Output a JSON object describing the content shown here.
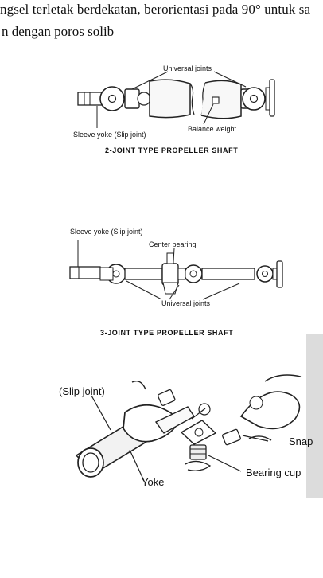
{
  "text": {
    "line1": "ngsel terletak berdekatan, berorientasi pada 90° untuk sa",
    "line2": "n dengan poros solib"
  },
  "figure1": {
    "caption": "2-JOINT TYPE PROPELLER SHAFT",
    "labels": {
      "universal_joints": "Universal joints",
      "sleeve_yoke": "Sleeve yoke (Slip joint)",
      "balance_weight": "Balance weight"
    }
  },
  "figure2": {
    "caption": "3-JOINT TYPE PROPELLER SHAFT",
    "labels": {
      "sleeve_yoke": "Sleeve yoke (Slip joint)",
      "center_bearing": "Center bearing",
      "universal_joints": "Universal joints"
    }
  },
  "figure3": {
    "labels": {
      "slip_joint": "(Slip joint)",
      "yoke": "Yoke",
      "snap": "Snap",
      "bearing_cup": "Bearing cup"
    }
  }
}
